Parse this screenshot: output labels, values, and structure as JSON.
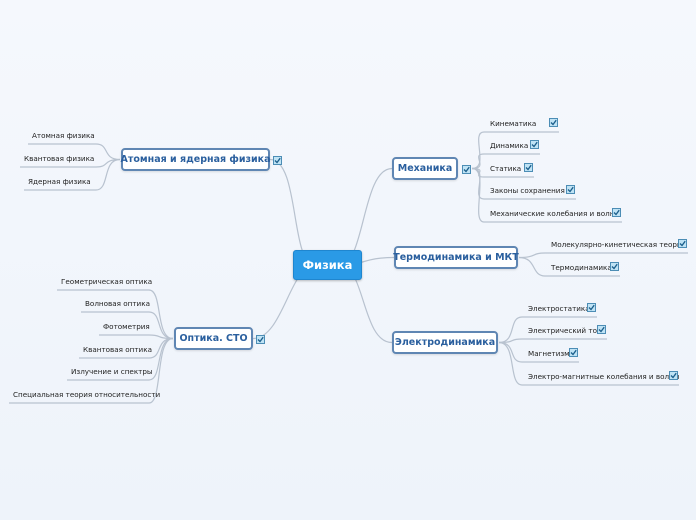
{
  "central": {
    "label": "Физика"
  },
  "branches": [
    {
      "id": "mechanics",
      "label": "Механика",
      "has_check": true,
      "children": [
        {
          "label": "Кинематика",
          "has_check": true
        },
        {
          "label": "Динамика",
          "has_check": true
        },
        {
          "label": "Статика",
          "has_check": true
        },
        {
          "label": "Законы сохранения",
          "has_check": true
        },
        {
          "label": "Механические колебания и волны",
          "has_check": true
        }
      ]
    },
    {
      "id": "thermo",
      "label": "Термодинамика и МКТ",
      "has_check": false,
      "children": [
        {
          "label": "Молекулярно-кинетическая теория",
          "has_check": true
        },
        {
          "label": "Термодинамика",
          "has_check": true
        }
      ]
    },
    {
      "id": "electro",
      "label": "Электродинамика",
      "has_check": false,
      "children": [
        {
          "label": "Электростатика",
          "has_check": true
        },
        {
          "label": "Электрический ток",
          "has_check": true
        },
        {
          "label": "Магнетизм",
          "has_check": true
        },
        {
          "label": "Электро-магнитные колебания и волны",
          "has_check": true
        }
      ]
    },
    {
      "id": "atomic",
      "label": "Атомная и ядерная физика",
      "has_check": true,
      "children": [
        {
          "label": "Атомная физика",
          "has_check": false
        },
        {
          "label": "Квантовая физика",
          "has_check": false
        },
        {
          "label": "Ядерная  физика",
          "has_check": false
        }
      ]
    },
    {
      "id": "optics",
      "label": "Оптика. СТО",
      "has_check": true,
      "children": [
        {
          "label": "Геометрическая оптика",
          "has_check": false
        },
        {
          "label": "Волновая оптика",
          "has_check": false
        },
        {
          "label": "Фотометрия",
          "has_check": false
        },
        {
          "label": "Квантовая оптика",
          "has_check": false
        },
        {
          "label": "Излучение и спектры",
          "has_check": false
        },
        {
          "label": "Специальная теория относительности",
          "has_check": false
        }
      ]
    }
  ],
  "colors": {
    "central_fill": "#2a9ae6",
    "node_border": "#5f86b3",
    "node_text": "#2a5f9e",
    "link": "#b8c2cf"
  }
}
